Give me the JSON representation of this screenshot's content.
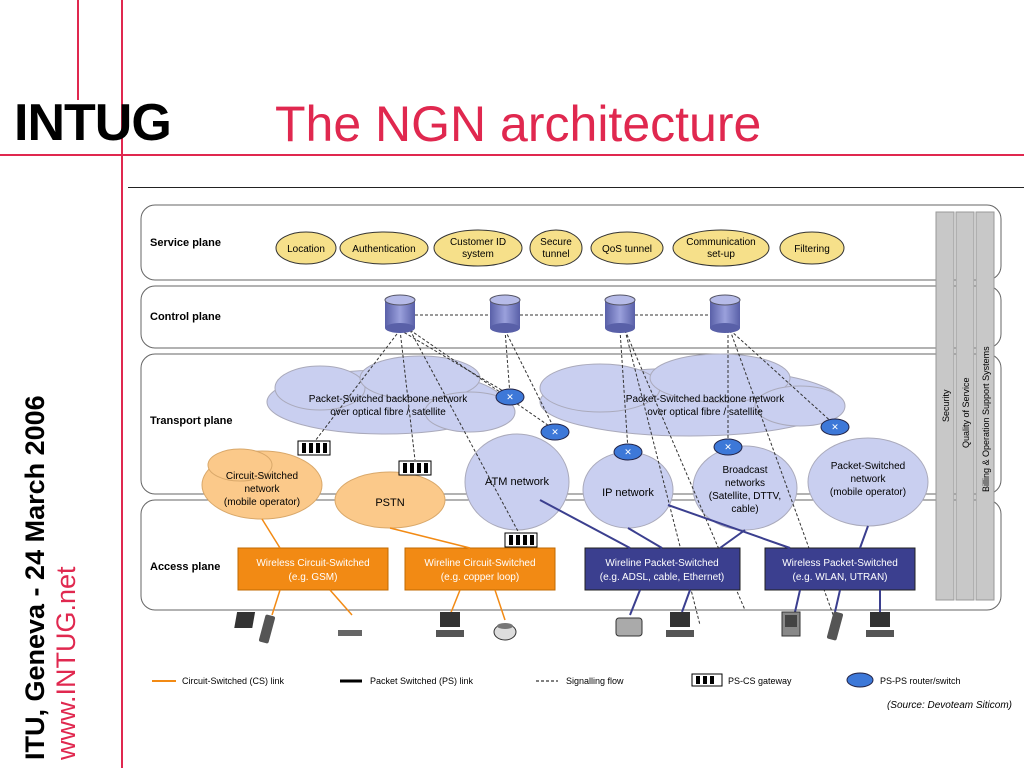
{
  "header": {
    "logo": "INTUG",
    "title": "The NGN architecture"
  },
  "side": {
    "line1": "ITU, Geneva - 24 March 2006",
    "line2_prefix": "www.",
    "line2_red": "INTUG.net"
  },
  "planes": {
    "service": "Service plane",
    "control": "Control plane",
    "transport": "Transport plane",
    "access": "Access plane"
  },
  "services": [
    {
      "line1": "Location",
      "line2": ""
    },
    {
      "line1": "Authentication",
      "line2": ""
    },
    {
      "line1": "Customer ID",
      "line2": "system"
    },
    {
      "line1": "Secure",
      "line2": "tunnel"
    },
    {
      "line1": "QoS tunnel",
      "line2": ""
    },
    {
      "line1": "Communication",
      "line2": "set-up"
    },
    {
      "line1": "Filtering",
      "line2": ""
    }
  ],
  "clouds": {
    "backbone1_l1": "Packet-Switched backbone network",
    "backbone1_l2": "over optical fibre / satellite",
    "backbone2_l1": "Packet-Switched backbone network",
    "backbone2_l2": "over optical fibre / satellite",
    "cs_l1": "Circuit-Switched",
    "cs_l2": "network",
    "cs_l3": "(mobile operator)",
    "pstn": "PSTN",
    "atm": "ATM network",
    "ip": "IP network",
    "bc_l1": "Broadcast",
    "bc_l2": "networks",
    "bc_l3": "(Satellite, DTTV,",
    "bc_l4": "cable)",
    "ps_l1": "Packet-Switched",
    "ps_l2": "network",
    "ps_l3": "(mobile operator)"
  },
  "access": [
    {
      "line1": "Wireless Circuit-Switched",
      "line2": "(e.g. GSM)"
    },
    {
      "line1": "Wireline Circuit-Switched",
      "line2": "(e.g. copper loop)"
    },
    {
      "line1": "Wireline Packet-Switched",
      "line2": "(e.g. ADSL, cable, Ethernet)"
    },
    {
      "line1": "Wireless Packet-Switched",
      "line2": "(e.g. WLAN, UTRAN)"
    }
  ],
  "vertical_bars": [
    "Security",
    "Quality of Service",
    "Billing & Operation Support Systems"
  ],
  "legend": {
    "cs_link": "Circuit-Switched (CS) link",
    "ps_link": "Packet Switched (PS) link",
    "signalling": "Signalling flow",
    "gateway": "PS-CS gateway",
    "router": "PS-PS router/switch"
  },
  "source": "(Source: Devoteam Siticom)",
  "colors": {
    "accent": "#e0284f",
    "service_oval": "#f6e08a",
    "cylinder": "#7f86c8",
    "cloud_blue": "#c9cff0",
    "cloud_orange": "#fbc98a",
    "access_orange": "#f28a14",
    "access_navy": "#3b3f8f",
    "router": "#3d78d8"
  }
}
